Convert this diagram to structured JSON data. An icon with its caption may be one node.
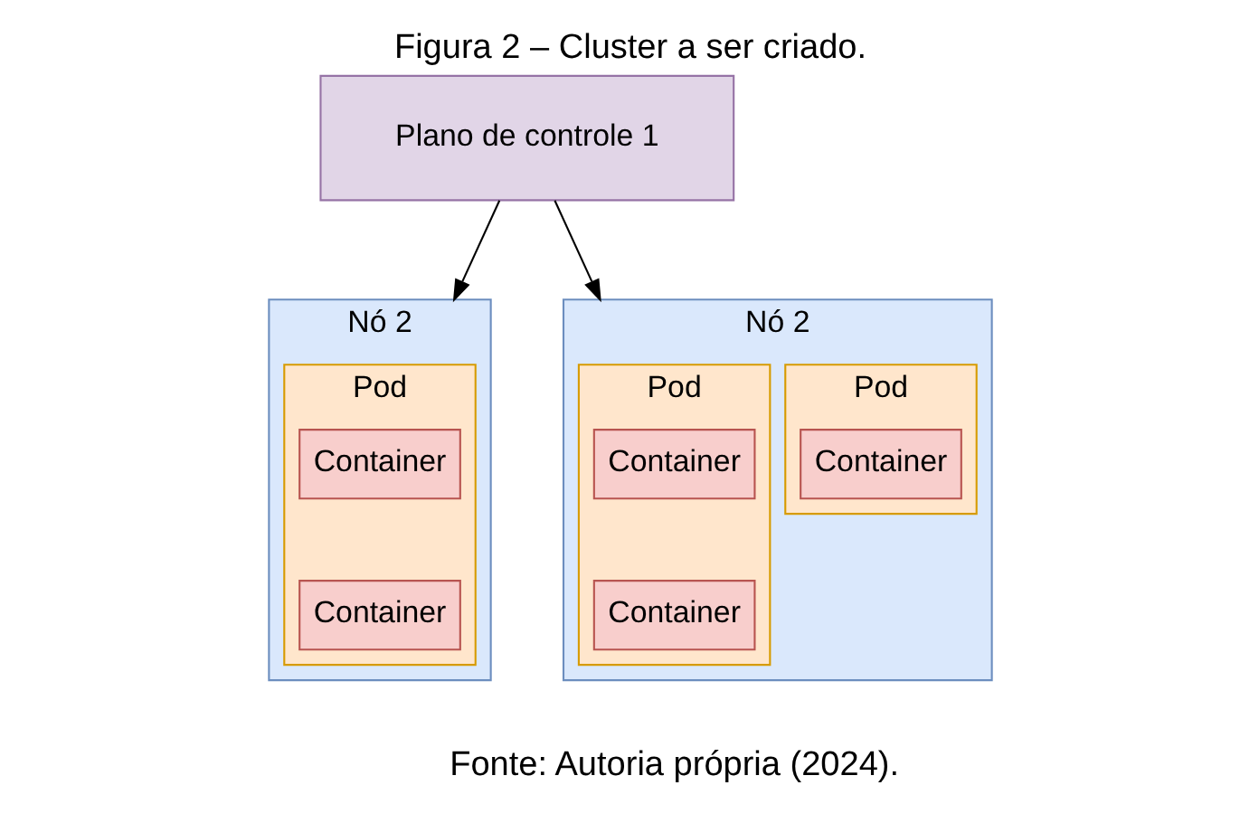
{
  "diagram": {
    "title": "Figura 2 – Cluster a ser criado.",
    "caption": "Fonte: Autoria própria (2024).",
    "nodes": [
      {
        "text": [
          "Plano de controle 1"
        ]
      },
      {
        "text": [
          "Nó 2"
        ]
      },
      {
        "text": [
          "Pod"
        ],
        "in": 1
      },
      {
        "text": [
          "Container"
        ],
        "in": 2
      },
      {
        "text": [
          "Container"
        ],
        "in": 2
      },
      {
        "text": [
          "Nó 2"
        ]
      },
      {
        "text": [
          "Pod"
        ],
        "in": 5
      },
      {
        "text": [
          "Container"
        ],
        "in": 6
      },
      {
        "text": [
          "Container"
        ],
        "in": 6
      },
      {
        "text": [
          "Pod"
        ],
        "in": 5
      },
      {
        "text": [
          "Container"
        ],
        "in": 9
      }
    ],
    "edges": [
      {
        "from": 0,
        "to": 1,
        "arrow": "to"
      },
      {
        "from": 0,
        "to": 5,
        "arrow": "to"
      }
    ]
  }
}
